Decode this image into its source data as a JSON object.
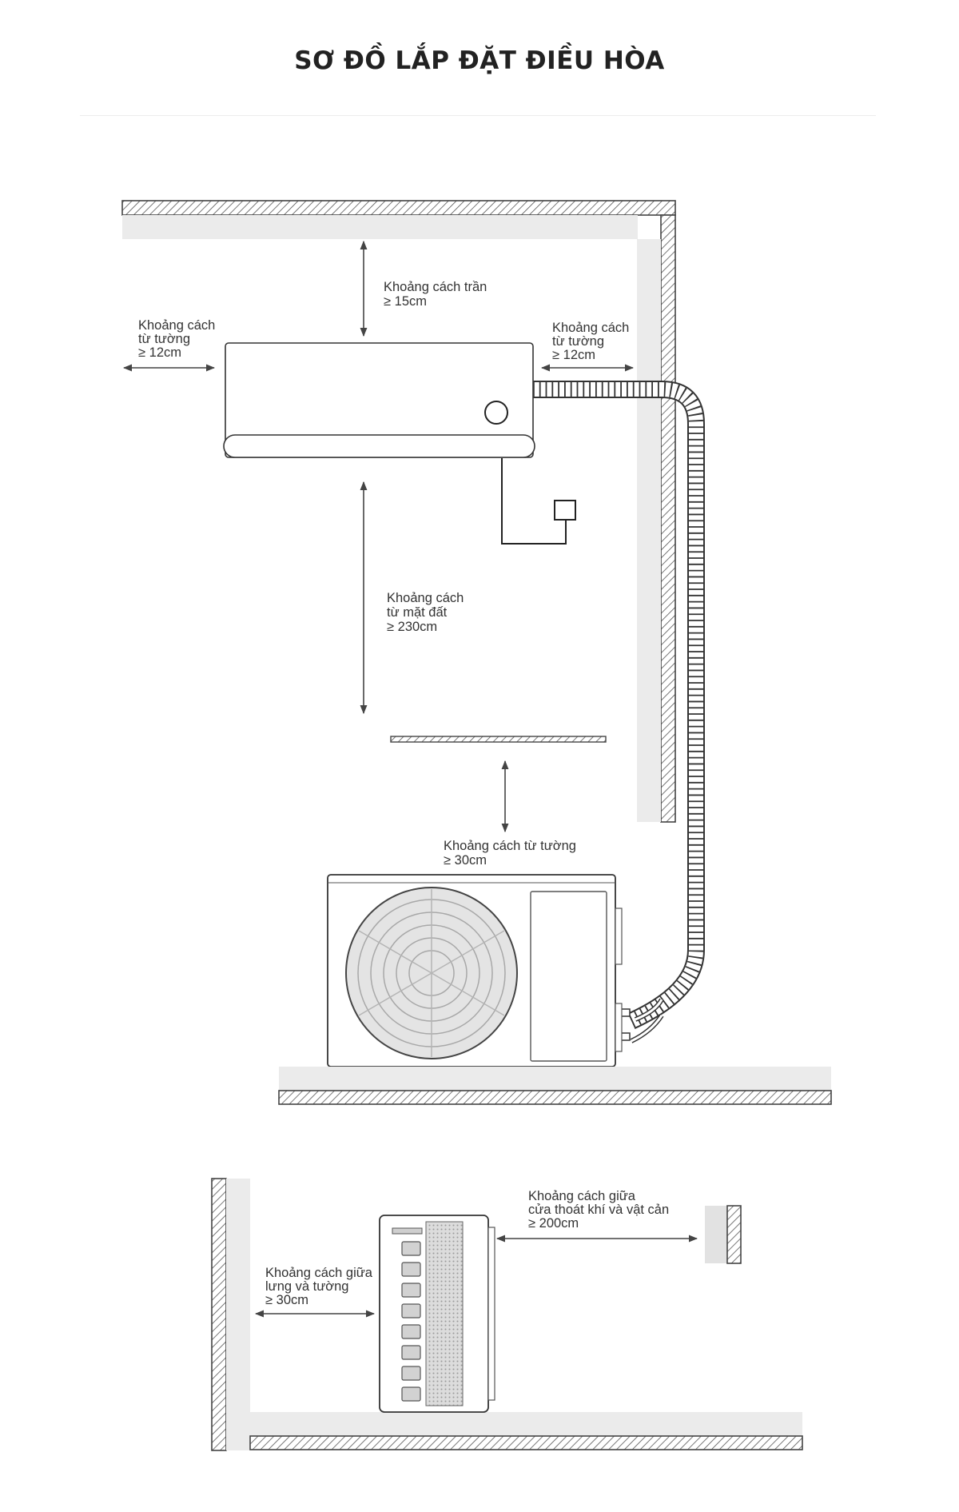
{
  "title": "SƠ ĐỒ LẮP ĐẶT ĐIỀU HÒA",
  "indoor": {
    "ceiling_label": [
      "Khoảng cách trần",
      "≥ 15cm"
    ],
    "left_wall_label": [
      "Khoảng cách",
      "từ tường",
      "≥ 12cm"
    ],
    "right_wall_label": [
      "Khoảng cách",
      "từ tường",
      "≥ 12cm"
    ],
    "floor_label": [
      "Khoảng cách",
      "từ mặt đất",
      "≥ 230cm"
    ],
    "outdoor_top_label": [
      "Khoảng cách từ tường",
      "≥ 30cm"
    ]
  },
  "outdoor": {
    "back_wall_label": [
      "Khoảng cách giữa",
      "lưng và tường",
      "≥ 30cm"
    ],
    "obstacle_label": [
      "Khoảng cách giữa",
      "cửa thoát khí và vật cản",
      "≥ 200cm"
    ]
  }
}
